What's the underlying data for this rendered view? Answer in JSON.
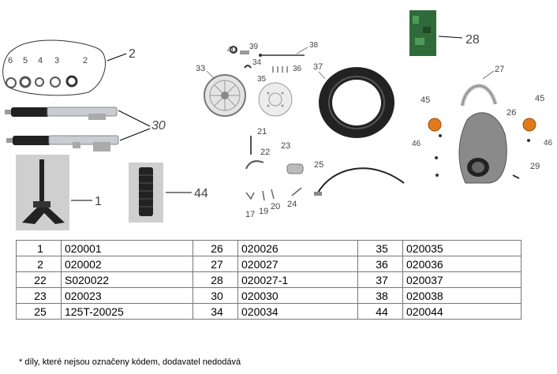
{
  "diagram_labels": {
    "l1": "1",
    "l2a": "2",
    "l2b": "2",
    "l3": "3",
    "l4": "4",
    "l5": "5",
    "l6": "6",
    "l17": "17",
    "l19": "19",
    "l20": "20",
    "l21": "21",
    "l22": "22",
    "l23": "23",
    "l24": "24",
    "l25": "25",
    "l26": "26",
    "l27": "27",
    "l28": "28",
    "l29": "29",
    "l30": "30",
    "l33": "33",
    "l34": "34",
    "l35": "35",
    "l36": "36",
    "l37": "37",
    "l38": "38",
    "l39": "39",
    "l40": "40",
    "l44": "44",
    "l45a": "45",
    "l45b": "45",
    "l46a": "46",
    "l46b": "46"
  },
  "parts_table": [
    [
      {
        "num": "1",
        "code": "020001"
      },
      {
        "num": "26",
        "code": "020026"
      },
      {
        "num": "35",
        "code": "020035"
      }
    ],
    [
      {
        "num": "2",
        "code": "020002"
      },
      {
        "num": "27",
        "code": "020027"
      },
      {
        "num": "36",
        "code": "020036"
      }
    ],
    [
      {
        "num": "22",
        "code": "S020022"
      },
      {
        "num": "28",
        "code": "020027-1"
      },
      {
        "num": "37",
        "code": "020037"
      }
    ],
    [
      {
        "num": "23",
        "code": "020023"
      },
      {
        "num": "30",
        "code": "020030"
      },
      {
        "num": "38",
        "code": "020038"
      }
    ],
    [
      {
        "num": "25",
        "code": "125T-20025"
      },
      {
        "num": "34",
        "code": "020034"
      },
      {
        "num": "44",
        "code": "020044"
      }
    ]
  ],
  "footnote": "* díly, které nejsou označeny kódem, dodavatel nedodává",
  "colors": {
    "fork_tube": "#c9ccd0",
    "fork_grip": "#222222",
    "indicator": "#e07a1c",
    "exhaust": "#8a8a8a",
    "box_28": "#2f6b3a"
  }
}
